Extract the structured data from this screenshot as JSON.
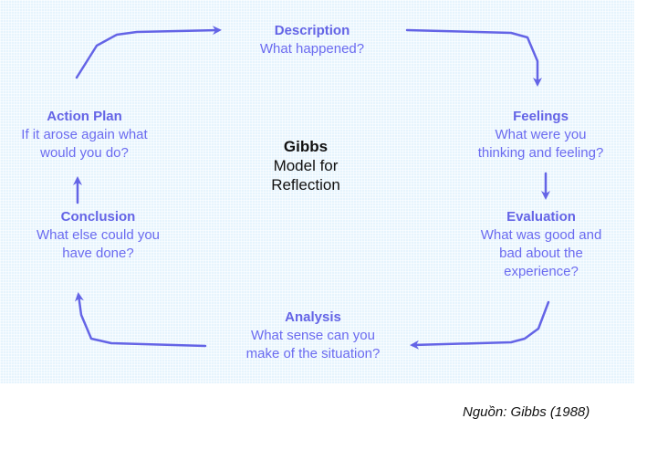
{
  "diagram": {
    "center": {
      "title": "Gibbs",
      "subtitle_line1": "Model for",
      "subtitle_line2": "Reflection"
    },
    "stages": [
      {
        "id": "description",
        "title": "Description",
        "lines": [
          "What happened?"
        ]
      },
      {
        "id": "feelings",
        "title": "Feelings",
        "lines": [
          "What were you",
          "thinking and feeling?"
        ]
      },
      {
        "id": "evaluation",
        "title": "Evaluation",
        "lines": [
          "What was good and",
          "bad about the",
          "experience?"
        ]
      },
      {
        "id": "analysis",
        "title": "Analysis",
        "lines": [
          "What sense can you",
          "make of the situation?"
        ]
      },
      {
        "id": "conclusion",
        "title": "Conclusion",
        "lines": [
          "What else could you",
          "have done?"
        ]
      },
      {
        "id": "action-plan",
        "title": "Action Plan",
        "lines": [
          "If it arose again what",
          "would you do?"
        ]
      }
    ],
    "colors": {
      "accent": "#6464e6",
      "background": "#e6f4fd"
    }
  },
  "source": "Nguồn: Gibbs (1988)"
}
